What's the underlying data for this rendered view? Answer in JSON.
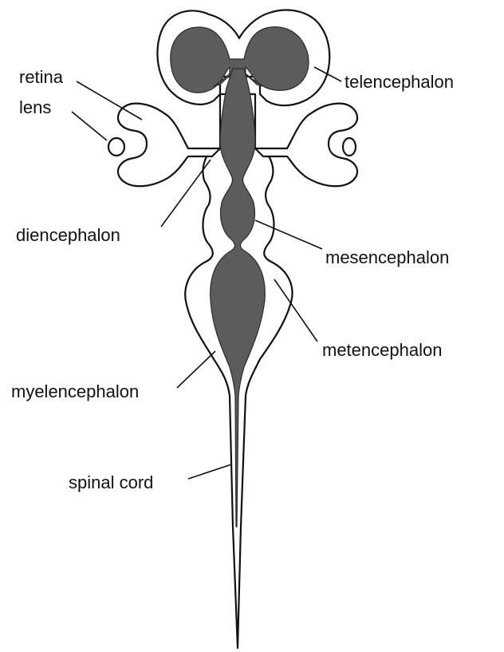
{
  "labels": {
    "retina": "retina",
    "lens": "lens",
    "telencephalon": "telencephalon",
    "diencephalon": "diencephalon",
    "mesencephalon": "mesencephalon",
    "metencephalon": "metencephalon",
    "myelencephalon": "myelencephalon",
    "spinal_cord": "spinal cord"
  },
  "colors": {
    "outline": "#111111",
    "cavity": "#5c5c5c",
    "background": "#ffffff"
  }
}
